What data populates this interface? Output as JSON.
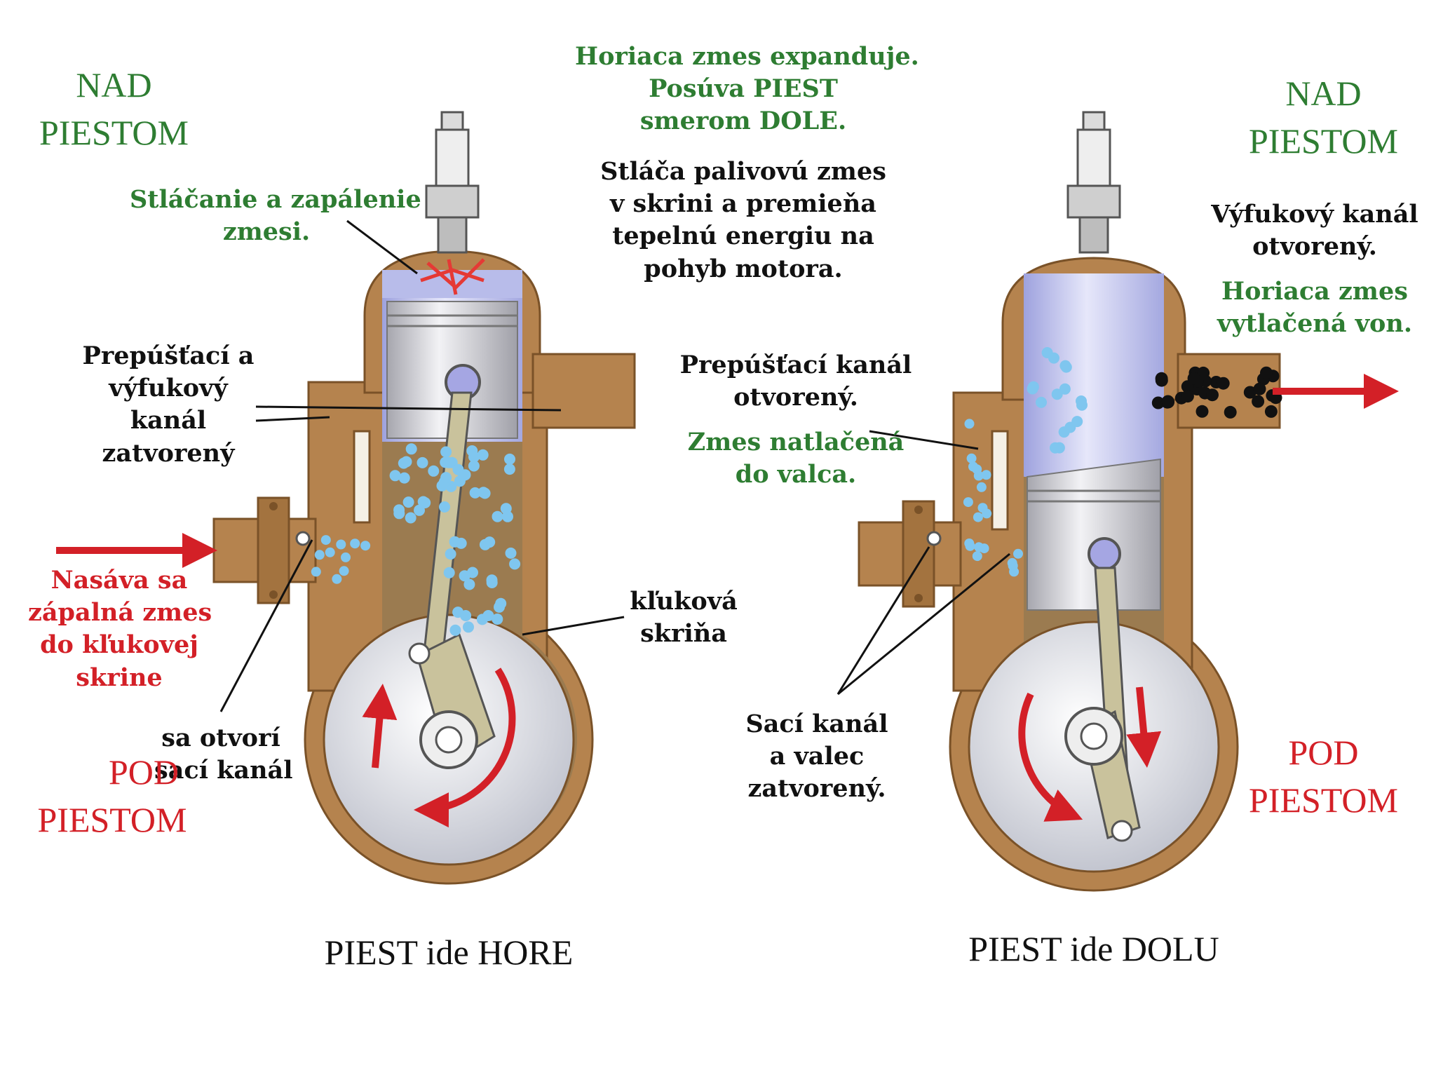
{
  "colors": {
    "green": "#2e7d32",
    "red": "#d32027",
    "black": "#111111",
    "brass": "#b5834e",
    "brassDark": "#7a5228",
    "cylinder": "#c6c8ee",
    "metal": "#d9d9df",
    "bubble": "#7fc6ef"
  },
  "left": {
    "nad_piestom": [
      "NAD",
      "PIESTOM"
    ],
    "ignition": [
      "Stláčanie a zapálenie",
      "zmesi."
    ],
    "ports_closed": [
      "Prepúšťací a",
      "výfukový",
      "kanál",
      "zatvorený"
    ],
    "intake": [
      "Nasáva sa",
      "zápalná zmes",
      "do kľukovej",
      "skrine"
    ],
    "opens": [
      "sa otvorí",
      "sací kanál"
    ],
    "pod_piestom": [
      "POD",
      "PIESTOM"
    ],
    "caption": "PIEST ide HORE"
  },
  "center": {
    "green_lines": [
      "Horiaca zmes expanduje.",
      "Posúva PIEST",
      "smerom DOLE."
    ],
    "black_lines": [
      "Stláča palivovú zmes",
      "v skrini a premieňa",
      "tepelnú energiu na",
      "pohyb motora."
    ],
    "transfer_black": [
      "Prepúšťací kanál",
      "otvorený."
    ],
    "transfer_green": [
      "Zmes natlačená",
      "do valca."
    ],
    "crankcase": [
      "kľuková",
      "skriňa"
    ],
    "intake_closed": [
      "Sací kanál",
      "a valec",
      "zatvorený."
    ]
  },
  "right": {
    "nad_piestom": [
      "NAD",
      "PIESTOM"
    ],
    "exhaust_black": [
      "Výfukový kanál",
      "otvorený."
    ],
    "exhaust_green": [
      "Horiaca zmes",
      "vytlačená von."
    ],
    "pod_piestom": [
      "POD",
      "PIESTOM"
    ],
    "caption": "PIEST ide DOLU"
  }
}
